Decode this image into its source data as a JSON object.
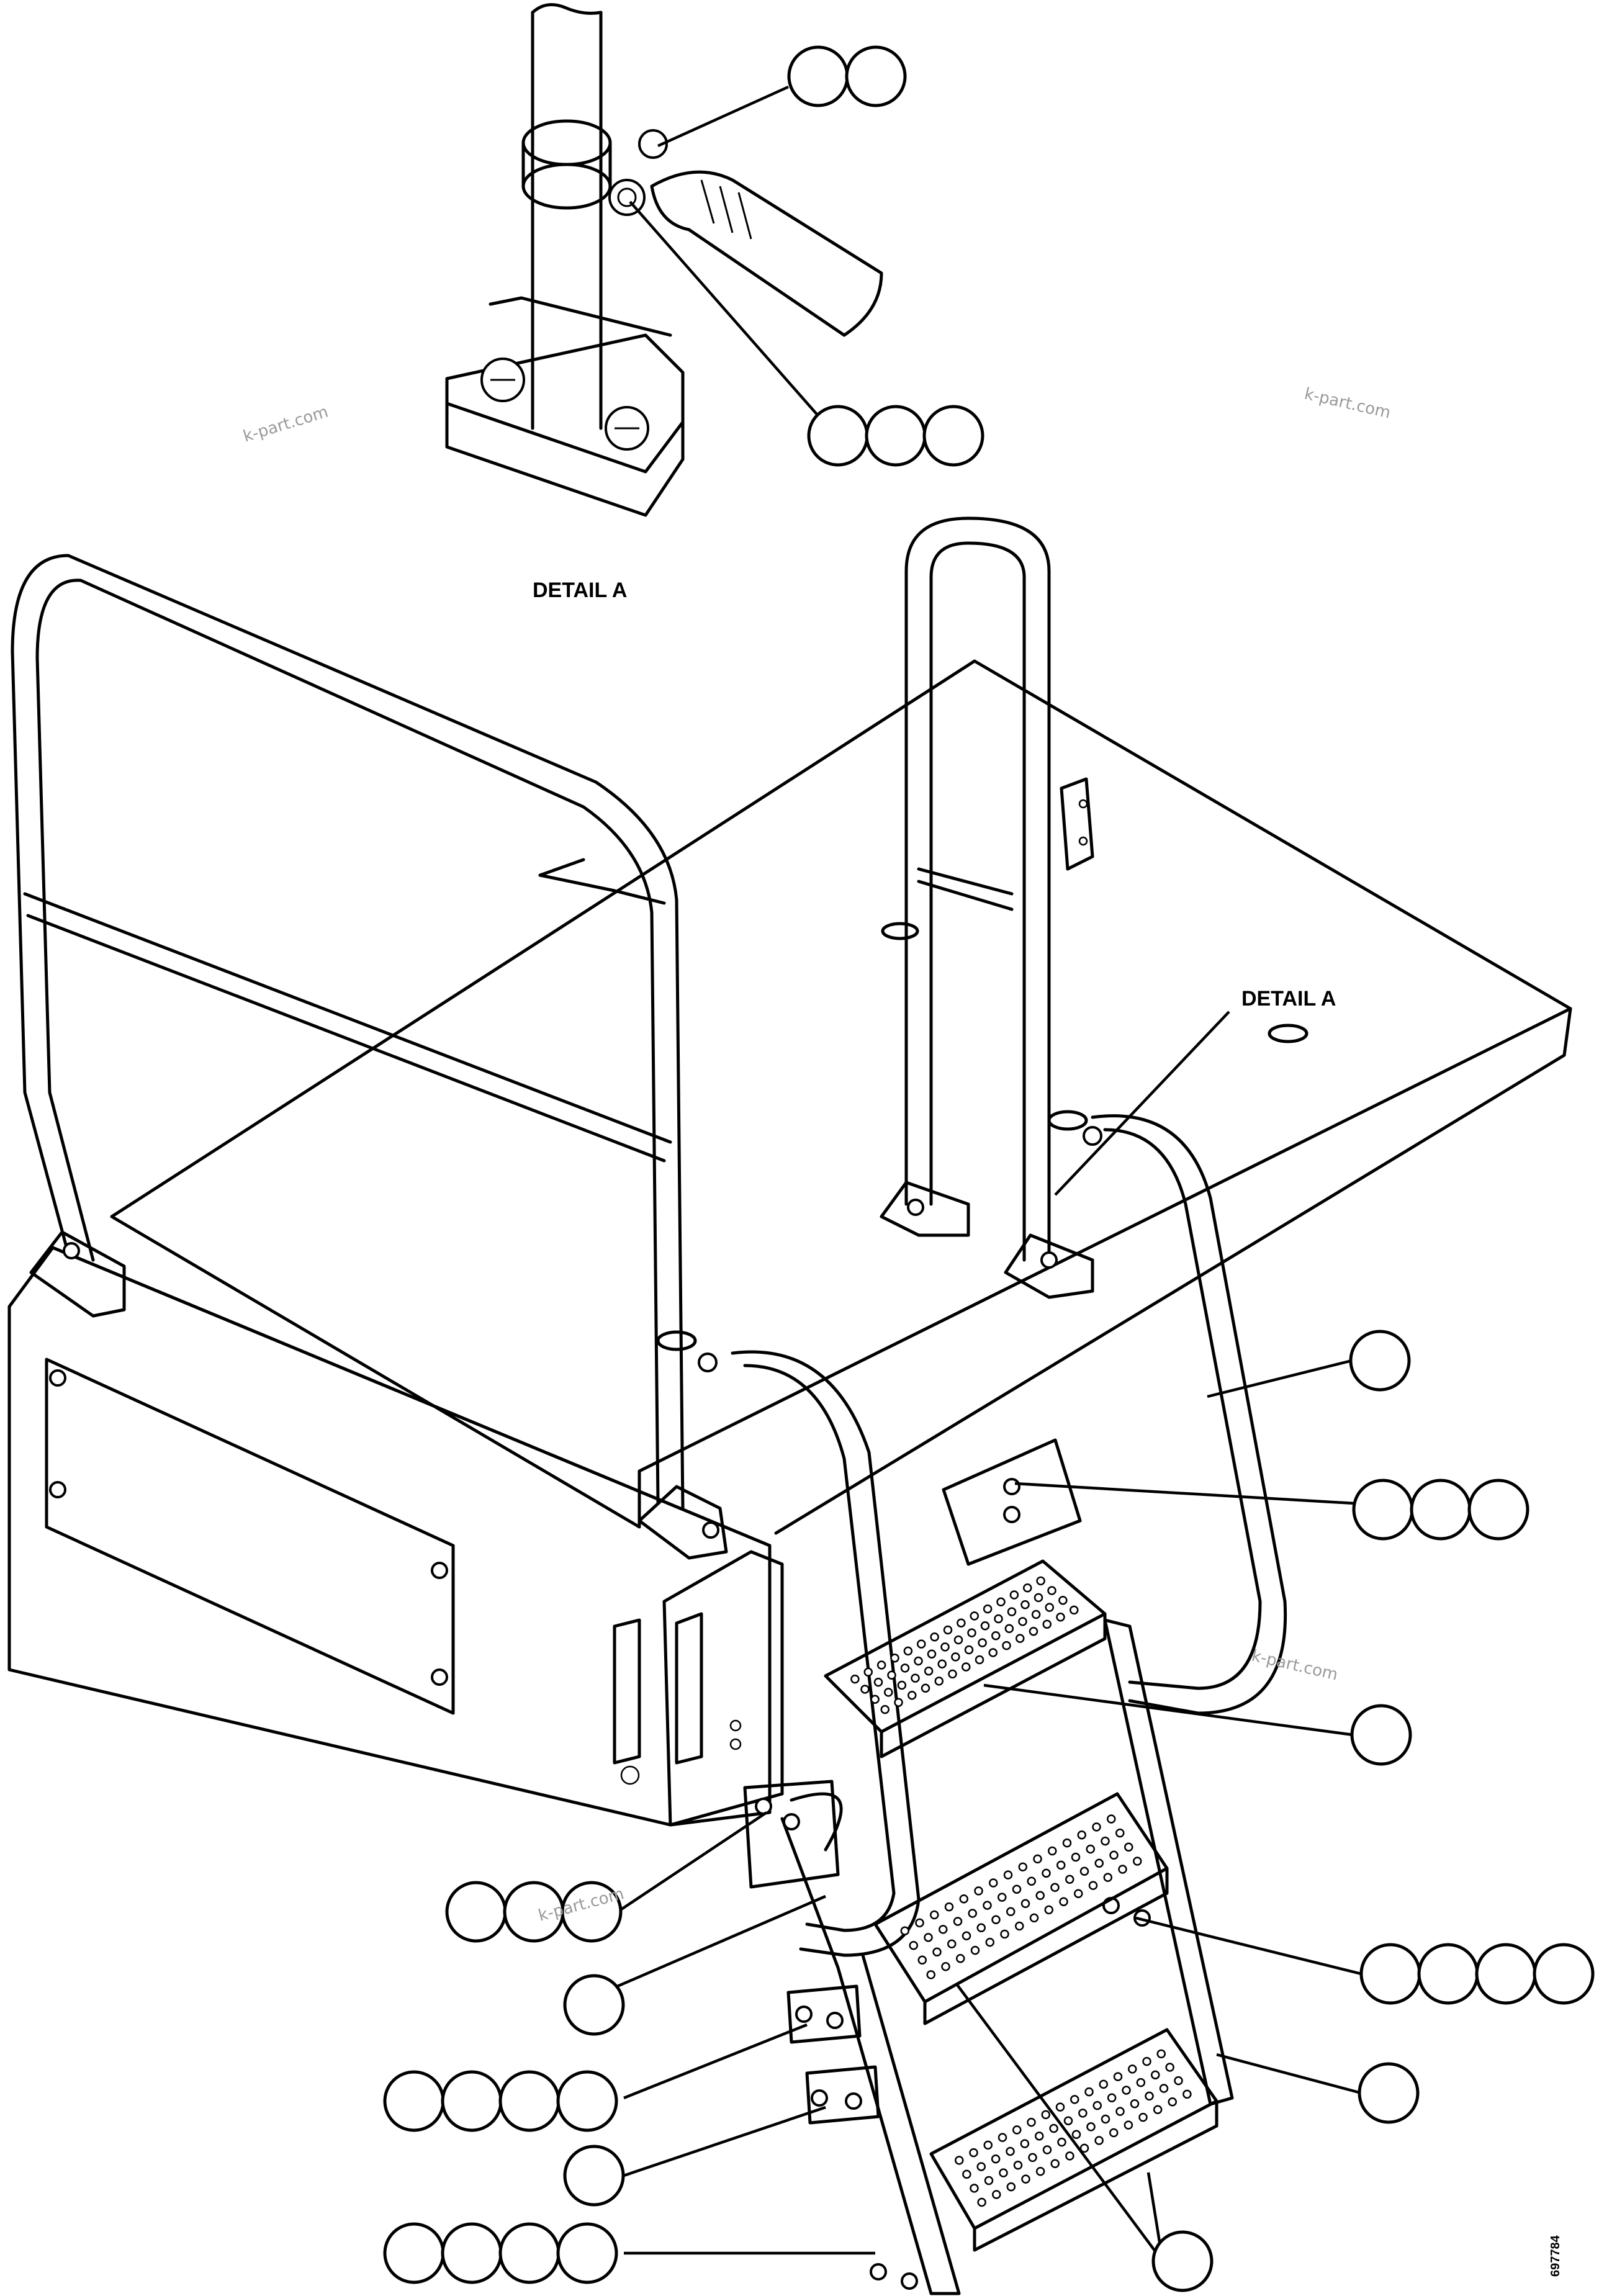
{
  "labels": {
    "detail_caption": "DETAIL A",
    "detail_callout": "DETAIL A",
    "drawing_number": "697784"
  },
  "watermarks": [
    "k-part.com",
    "k-part.com",
    "k-part.com",
    "k-part.com"
  ],
  "callout_groups": [
    {
      "id": "g1",
      "count": 2
    },
    {
      "id": "g2",
      "count": 3
    },
    {
      "id": "g3",
      "count": 1
    },
    {
      "id": "g4",
      "count": 3
    },
    {
      "id": "g5",
      "count": 1
    },
    {
      "id": "g6",
      "count": 3
    },
    {
      "id": "g7",
      "count": 1
    },
    {
      "id": "g8",
      "count": 4
    },
    {
      "id": "g9",
      "count": 4
    },
    {
      "id": "g10",
      "count": 1
    },
    {
      "id": "g11",
      "count": 1
    },
    {
      "id": "g12",
      "count": 4
    },
    {
      "id": "g13",
      "count": 1
    }
  ],
  "colors": {
    "line": "#000000",
    "background": "#ffffff",
    "watermark": "#9a9a9a"
  }
}
